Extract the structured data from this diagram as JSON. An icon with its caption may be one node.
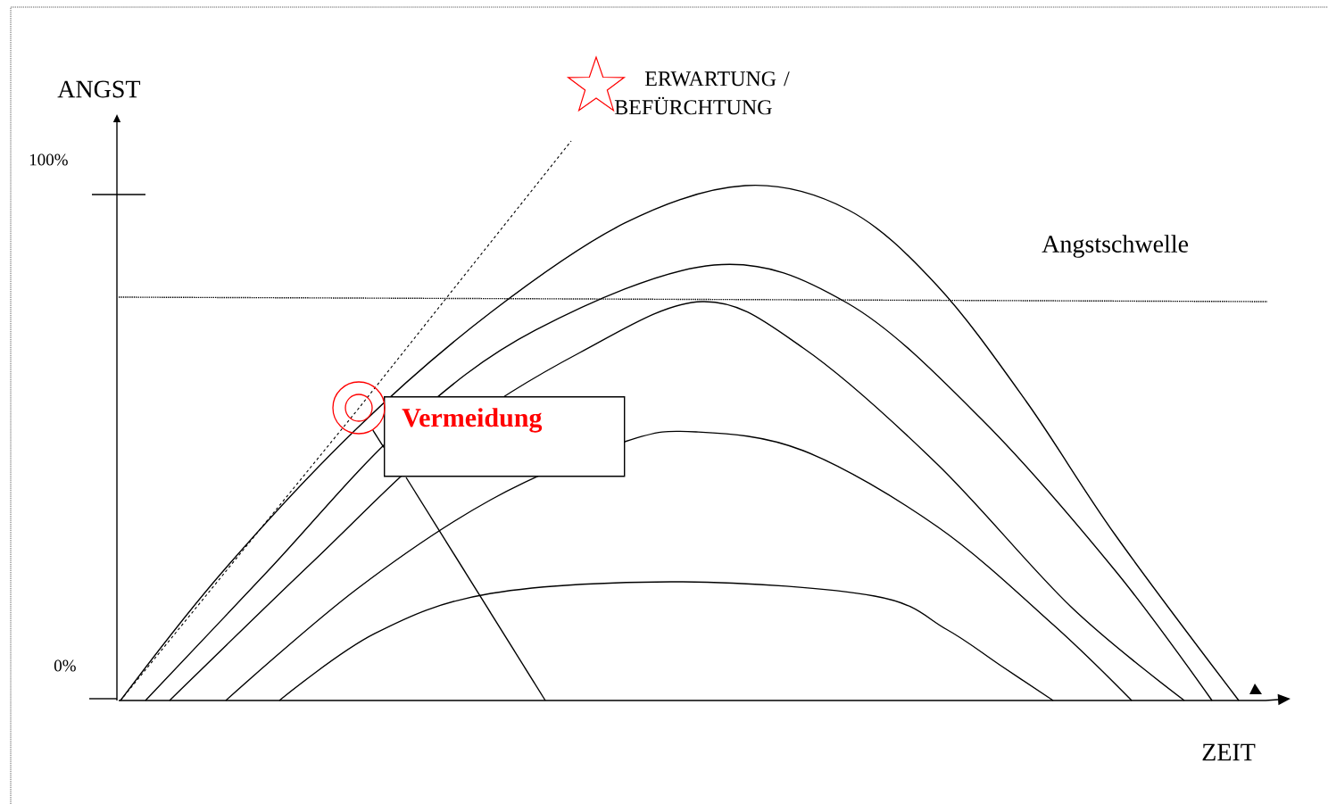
{
  "diagram": {
    "nodes": [
      {
        "text": [
          "Vermeidung"
        ]
      },
      {
        "text": [],
        "shape": "circle"
      }
    ],
    "edges": [
      {
        "from": 0,
        "to": 1,
        "arrow": "none"
      }
    ],
    "labels": [
      "ANGST",
      "100%",
      "0%",
      "ERWARTUNG / BEFÜRCHTUNG",
      "Angstschwelle",
      "ZEIT"
    ]
  }
}
